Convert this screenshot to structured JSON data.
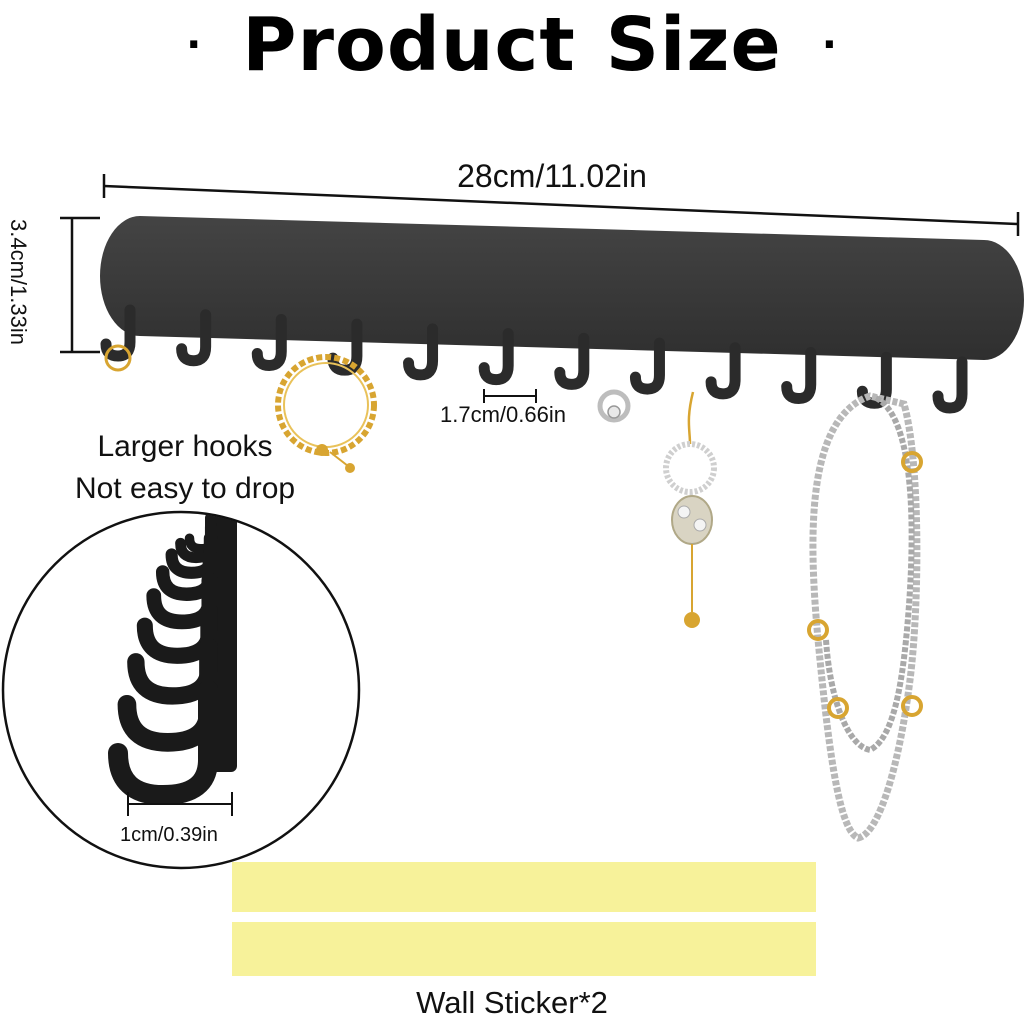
{
  "title": {
    "word1": "Product",
    "word2": "Size",
    "dot": "·"
  },
  "dimensions": {
    "width": "28cm/11.02in",
    "height": "3.4cm/1.33in",
    "hook_gap": "1.7cm/0.66in",
    "hook_size": "1cm/0.39in"
  },
  "tagline": {
    "line1": "Larger hooks",
    "line2": "Not easy to drop"
  },
  "sticker": {
    "label": "Wall Sticker*2"
  },
  "colors": {
    "rack": "#3a3a3a",
    "hook": "#2b2b2b",
    "sticker": "#f7f29a",
    "gold": "#d8a531",
    "silver": "#b9b9b9"
  }
}
